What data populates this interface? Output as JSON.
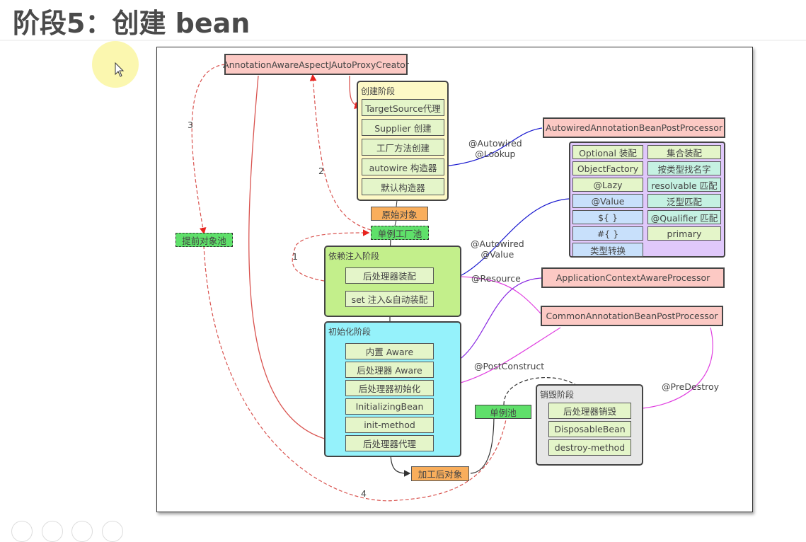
{
  "page": {
    "title": "阶段5：创建 bean"
  },
  "diagram": {
    "processors": {
      "aspectj": "AnnotationAwareAspectJAutoProxyCreator",
      "autowired": "AutowiredAnnotationBeanPostProcessor",
      "appctx": "ApplicationContextAwareProcessor",
      "common": "CommonAnnotationBeanPostProcessor"
    },
    "create_stage": {
      "label": "创建阶段",
      "items": [
        "TargetSource代理",
        "Supplier 创建",
        "工厂方法创建",
        "autowire 构造器",
        "默认构造器"
      ]
    },
    "raw_object": "原始对象",
    "singleton_factory_pool": "单例工厂池",
    "early_object_pool": "提前对象池",
    "di_stage": {
      "label": "依赖注入阶段",
      "items": [
        "后处理器装配",
        "set 注入&自动装配"
      ]
    },
    "init_stage": {
      "label": "初始化阶段",
      "items": [
        "内置 Aware",
        "后处理器 Aware",
        "后处理器初始化",
        "InitializingBean",
        "init-method",
        "后处理器代理"
      ]
    },
    "processed_object": "加工后对象",
    "singleton_pool": "单例池",
    "destroy_stage": {
      "label": "销毁阶段",
      "items": [
        "后处理器销毁",
        "DisposableBean",
        "destroy-method"
      ]
    },
    "autowire_grid": {
      "left": [
        "Optional 装配",
        "ObjectFactory",
        "@Lazy",
        "@Value",
        "${ }",
        "#{ }",
        "类型转换"
      ],
      "right": [
        "集合装配",
        "按类型找名字",
        "resolvable 匹配",
        "泛型匹配",
        "@Qualifier 匹配",
        "primary"
      ]
    },
    "edge_labels": {
      "autowired_lookup": [
        "@Autowired",
        "@Lookup"
      ],
      "autowired_value": [
        "@Autowired",
        "@Value"
      ],
      "resource": "@Resource",
      "postconstruct": "@PostConstruct",
      "predestroy": "@PreDestroy",
      "n1": "1",
      "n2": "2",
      "n3": "3",
      "n4": "4"
    }
  }
}
